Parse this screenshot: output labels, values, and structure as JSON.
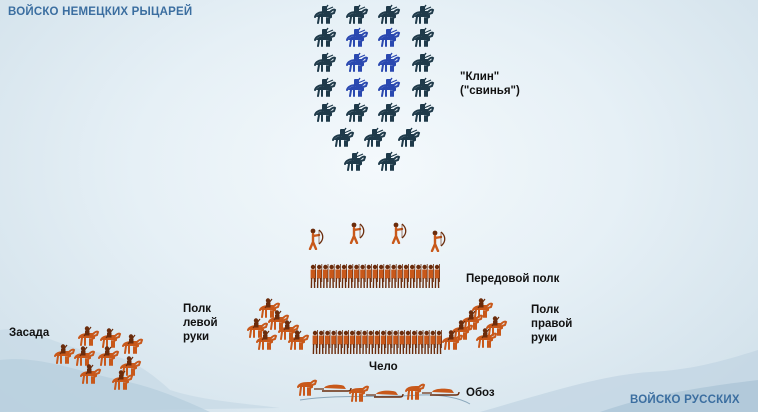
{
  "titles": {
    "german_army": "ВОЙСКО НЕМЕЦКИХ РЫЦАРЕЙ",
    "russian_army": "ВОЙСКО РУССКИХ"
  },
  "labels": {
    "klin": "\"Клин\"\n(\"свинья\")",
    "peredovoy_polk": "Передовой полк",
    "polk_levoy_ruki": "Полк\nлевой\nруки",
    "polk_pravoy_ruki": "Полк\nправой\nруки",
    "zasada": "Засада",
    "chelo": "Чело",
    "oboz": "Обоз"
  },
  "colors": {
    "german_title": "#3b6ea0",
    "russian_title": "#3b6ea0",
    "knight_dark": "#1f3a4a",
    "knight_blue": "#2a48b0",
    "russian_orange": "#c8581a",
    "russian_dark": "#6b2c0c"
  },
  "icons": {
    "german_knight": "mounted-knight-icon",
    "russian_archer": "archer-icon",
    "russian_infantry": "infantry-icon",
    "russian_cavalry": "cavalry-icon",
    "supply_cart": "sled-icon"
  }
}
